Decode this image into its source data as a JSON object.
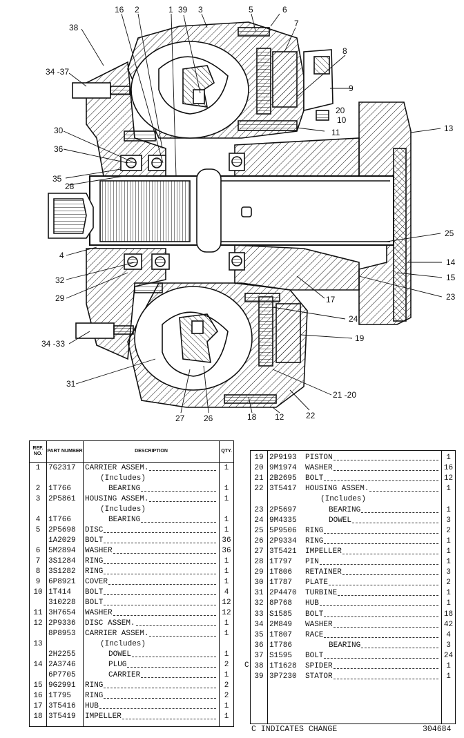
{
  "diagram": {
    "callouts": [
      "16",
      "2",
      "1",
      "39",
      "3",
      "5",
      "6",
      "38",
      "7",
      "8",
      "34 -37",
      "9",
      "20",
      "10",
      "11",
      "13",
      "30",
      "36",
      "35",
      "28",
      "25",
      "4",
      "14",
      "15",
      "32",
      "23",
      "17",
      "29",
      "24",
      "19",
      "34 -33",
      "31",
      "21 -20",
      "27",
      "26",
      "18",
      "12",
      "22"
    ]
  },
  "table_left": {
    "headers": {
      "ref": "REF. NO.",
      "part": "PART NUMBER",
      "desc": "DESCRIPTION",
      "qty": "QTY."
    },
    "rows": [
      {
        "ref": "1",
        "part": "7G2317",
        "desc": "CARRIER ASSEM.",
        "qty": "1"
      },
      {
        "ref": "",
        "part": "",
        "desc": "(Includes)",
        "qty": ""
      },
      {
        "ref": "2",
        "part": "1T766",
        "desc": "BEARING",
        "qty": "1"
      },
      {
        "ref": "3",
        "part": "2P5861",
        "desc": "HOUSING ASSEM.",
        "qty": "1"
      },
      {
        "ref": "",
        "part": "",
        "desc": "(Includes)",
        "qty": ""
      },
      {
        "ref": "4",
        "part": "1T766",
        "desc": "BEARING",
        "qty": "1"
      },
      {
        "ref": "5",
        "part": "2P5698",
        "desc": "DISC",
        "qty": "1"
      },
      {
        "ref": "",
        "part": "1A2029",
        "desc": "BOLT",
        "qty": "36"
      },
      {
        "ref": "6",
        "part": "5M2894",
        "desc": "WASHER",
        "qty": "36"
      },
      {
        "ref": "7",
        "part": "3S1284",
        "desc": "RING",
        "qty": "1"
      },
      {
        "ref": "8",
        "part": "3S1282",
        "desc": "RING",
        "qty": "1"
      },
      {
        "ref": "9",
        "part": "6P8921",
        "desc": "COVER",
        "qty": "1"
      },
      {
        "ref": "10",
        "part": "1T414",
        "desc": "BOLT",
        "qty": "4"
      },
      {
        "ref": "",
        "part": "310228",
        "desc": "BOLT",
        "qty": "12"
      },
      {
        "ref": "11",
        "part": "3H7654",
        "desc": "WASHER",
        "qty": "12"
      },
      {
        "ref": "12",
        "part": "2P9336",
        "desc": "DISC ASSEM.",
        "qty": "1"
      },
      {
        "ref": "",
        "part": "8P8953",
        "desc": "CARRIER ASSEM.",
        "qty": "1"
      },
      {
        "ref": "13",
        "part": "",
        "desc": "(Includes)",
        "qty": ""
      },
      {
        "ref": "",
        "part": "2H2255",
        "desc": "DOWEL",
        "qty": "1"
      },
      {
        "ref": "14",
        "part": "2A3746",
        "desc": "PLUG",
        "qty": "2"
      },
      {
        "ref": "",
        "part": "6P7705",
        "desc": "CARRIER",
        "qty": "1"
      },
      {
        "ref": "15",
        "part": "9G2991",
        "desc": "RING",
        "qty": "2"
      },
      {
        "ref": "16",
        "part": "1T795",
        "desc": "RING",
        "qty": "2"
      },
      {
        "ref": "17",
        "part": "3T5416",
        "desc": "HUB",
        "qty": "1"
      },
      {
        "ref": "18",
        "part": "3T5419",
        "desc": "IMPELLER",
        "qty": "1"
      }
    ]
  },
  "table_right": {
    "rows": [
      {
        "mark": "",
        "ref": "19",
        "part": "2P9193",
        "desc": "PISTON",
        "qty": "1"
      },
      {
        "mark": "",
        "ref": "20",
        "part": "9M1974",
        "desc": "WASHER",
        "qty": "16"
      },
      {
        "mark": "",
        "ref": "21",
        "part": "2B2695",
        "desc": "BOLT",
        "qty": "12"
      },
      {
        "mark": "",
        "ref": "22",
        "part": "3T5417",
        "desc": "HOUSING ASSEM.",
        "qty": "1"
      },
      {
        "mark": "",
        "ref": "",
        "part": "",
        "desc": "(Includes)",
        "qty": ""
      },
      {
        "mark": "",
        "ref": "23",
        "part": "2P5697",
        "desc": "BEARING",
        "qty": "1"
      },
      {
        "mark": "",
        "ref": "24",
        "part": "9M4335",
        "desc": "DOWEL",
        "qty": "3"
      },
      {
        "mark": "",
        "ref": "25",
        "part": "5P9506",
        "desc": "RING",
        "qty": "2"
      },
      {
        "mark": "",
        "ref": "26",
        "part": "2P9334",
        "desc": "RING",
        "qty": "1"
      },
      {
        "mark": "",
        "ref": "27",
        "part": "3T5421",
        "desc": "IMPELLER",
        "qty": "1"
      },
      {
        "mark": "",
        "ref": "28",
        "part": "1T797",
        "desc": "PIN",
        "qty": "1"
      },
      {
        "mark": "",
        "ref": "29",
        "part": "1T806",
        "desc": "RETAINER",
        "qty": "3"
      },
      {
        "mark": "",
        "ref": "30",
        "part": "1T787",
        "desc": "PLATE",
        "qty": "2"
      },
      {
        "mark": "",
        "ref": "31",
        "part": "2P4470",
        "desc": "TURBINE",
        "qty": "1"
      },
      {
        "mark": "",
        "ref": "32",
        "part": "8P768",
        "desc": "HUB",
        "qty": "1"
      },
      {
        "mark": "",
        "ref": "33",
        "part": "S1585",
        "desc": "BOLT",
        "qty": "18"
      },
      {
        "mark": "",
        "ref": "34",
        "part": "2M849",
        "desc": "WASHER",
        "qty": "42"
      },
      {
        "mark": "",
        "ref": "35",
        "part": "1T807",
        "desc": "RACE",
        "qty": "4"
      },
      {
        "mark": "",
        "ref": "36",
        "part": "1T786",
        "desc": "BEARING",
        "qty": "3"
      },
      {
        "mark": "",
        "ref": "37",
        "part": "S1595",
        "desc": "BOLT",
        "qty": "24"
      },
      {
        "mark": "C",
        "ref": "38",
        "part": "1T1628",
        "desc": "SPIDER",
        "qty": "1"
      },
      {
        "mark": "",
        "ref": "39",
        "part": "3P7230",
        "desc": "STATOR",
        "qty": "1"
      }
    ]
  },
  "footer": {
    "note": "C INDICATES CHANGE",
    "number": "304684"
  }
}
